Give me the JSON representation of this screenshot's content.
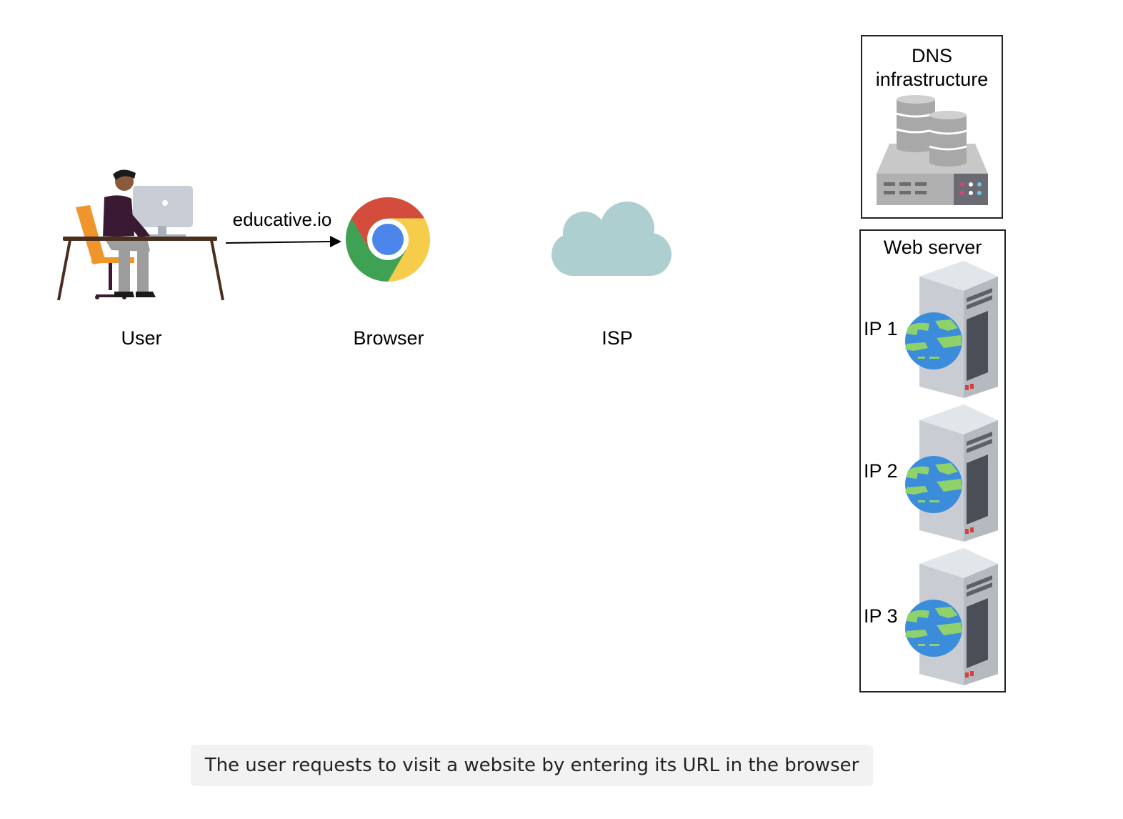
{
  "nodes": {
    "user": {
      "label": "User"
    },
    "browser": {
      "label": "Browser"
    },
    "isp": {
      "label": "ISP"
    },
    "dns": {
      "label_line1": "DNS",
      "label_line2": "infrastructure"
    },
    "web_server": {
      "label": "Web server",
      "servers": [
        {
          "label": "IP 1"
        },
        {
          "label": "IP 2"
        },
        {
          "label": "IP 3"
        }
      ]
    }
  },
  "edges": [
    {
      "from": "user",
      "to": "browser",
      "label": "educative.io"
    }
  ],
  "caption": "The user requests to visit a website by entering its URL in the browser",
  "colors": {
    "cloud": "#aecfcf",
    "chrome_red": "#d44c3c",
    "chrome_green": "#3fa153",
    "chrome_yellow": "#f6cc4b",
    "chrome_blue": "#4d86eb",
    "globe_blue": "#3b8ddb",
    "globe_green": "#8fd16a",
    "caption_bg": "#f2f2f2"
  },
  "icons": [
    "user-at-desk-icon",
    "chrome-browser-icon",
    "cloud-icon",
    "database-server-icon",
    "server-globe-icon"
  ]
}
